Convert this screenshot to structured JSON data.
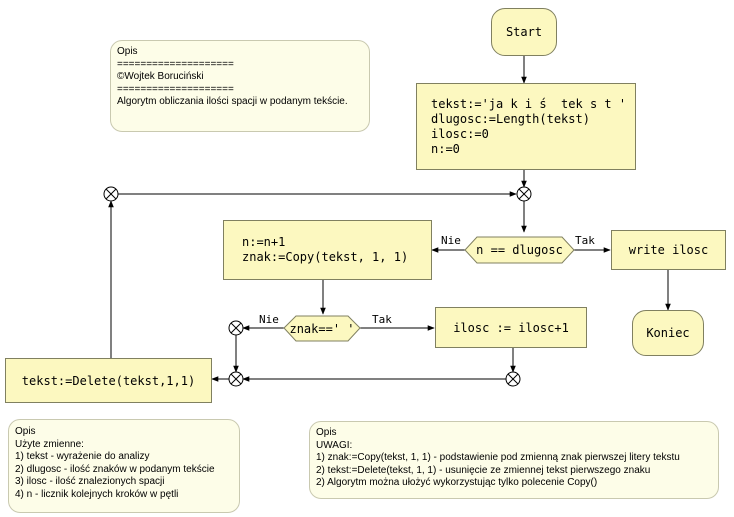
{
  "start": "Start",
  "init": [
    "tekst:='ja k i ś  tek s t '",
    "dlugosc:=Length(tekst)",
    "ilosc:=0",
    "n:=0"
  ],
  "cond_loop": "n == dlugosc",
  "cond_loop_no": "Nie",
  "cond_loop_yes": "Tak",
  "write": "write ilosc",
  "end": "Koniec",
  "step": [
    "n:=n+1",
    "znak:=Copy(tekst, 1, 1)"
  ],
  "cond_char": "znak==' '",
  "cond_char_no": "Nie",
  "cond_char_yes": "Tak",
  "incr": "ilosc := ilosc+1",
  "delete": "tekst:=Delete(tekst,1,1)",
  "note_top": [
    "Opis",
    "====================",
    "©Wojtek Boruciński",
    "====================",
    "Algorytm obliczania ilości spacji w podanym tekście."
  ],
  "note_vars": [
    "Opis",
    "Użyte zmienne:",
    "1) tekst - wyrażenie do analizy",
    "2) dlugosc - ilość znaków w podanym tekście",
    "3) ilosc - ilość znalezionych spacji",
    "4) n - licznik kolejnych kroków w pętli"
  ],
  "note_remarks": [
    "Opis",
    "UWAGI:",
    "1) znak:=Copy(tekst, 1, 1) - podstawienie pod zmienną znak pierwszej litery tekstu",
    "2) tekst:=Delete(tekst, 1, 1) - usunięcie ze zmiennej tekst pierwszego znaku",
    "2) Algorytm można ułożyć wykorzystując tylko polecenie Copy()"
  ]
}
